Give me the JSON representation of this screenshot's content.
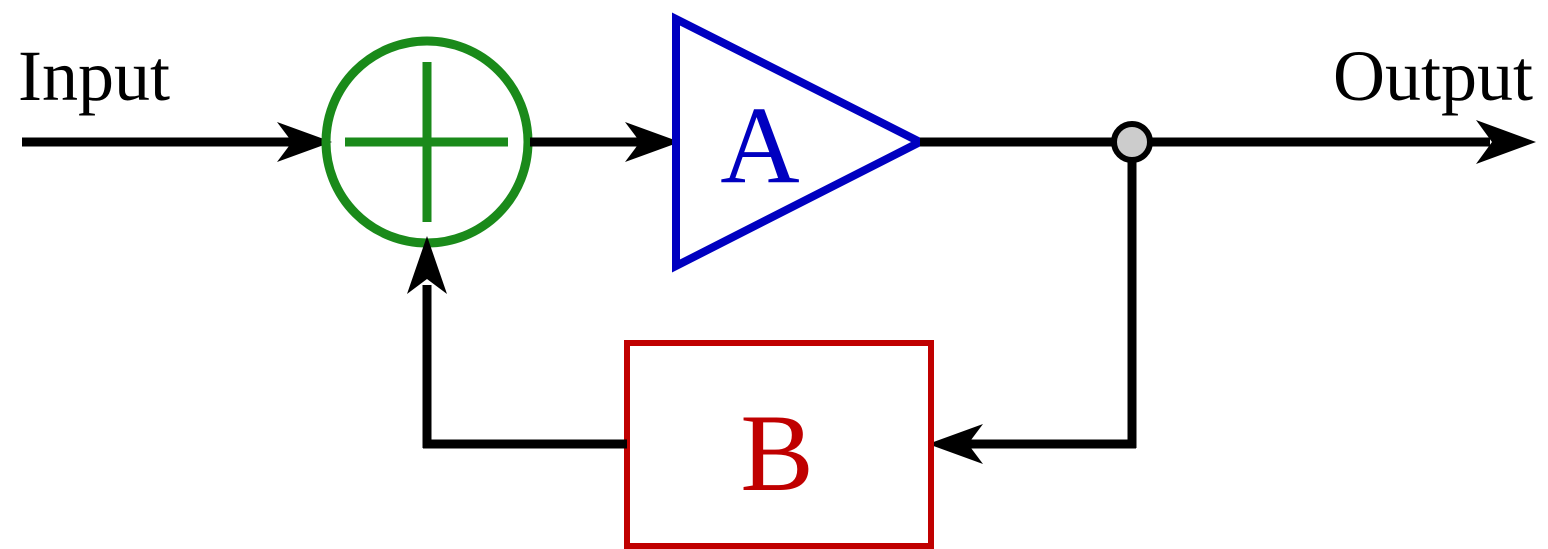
{
  "labels": {
    "input": "Input",
    "output": "Output",
    "amplifier": "A",
    "feedback": "B"
  },
  "colors": {
    "wire": "#000000",
    "summer": "#1a8a1a",
    "amplifier": "#0000c0",
    "feedback": "#c00000",
    "junction_fill": "#cccccc",
    "background": "#ffffff"
  },
  "nodes": {
    "summer": {
      "symbol": "plus"
    },
    "junction": {
      "symbol": "dot"
    }
  }
}
